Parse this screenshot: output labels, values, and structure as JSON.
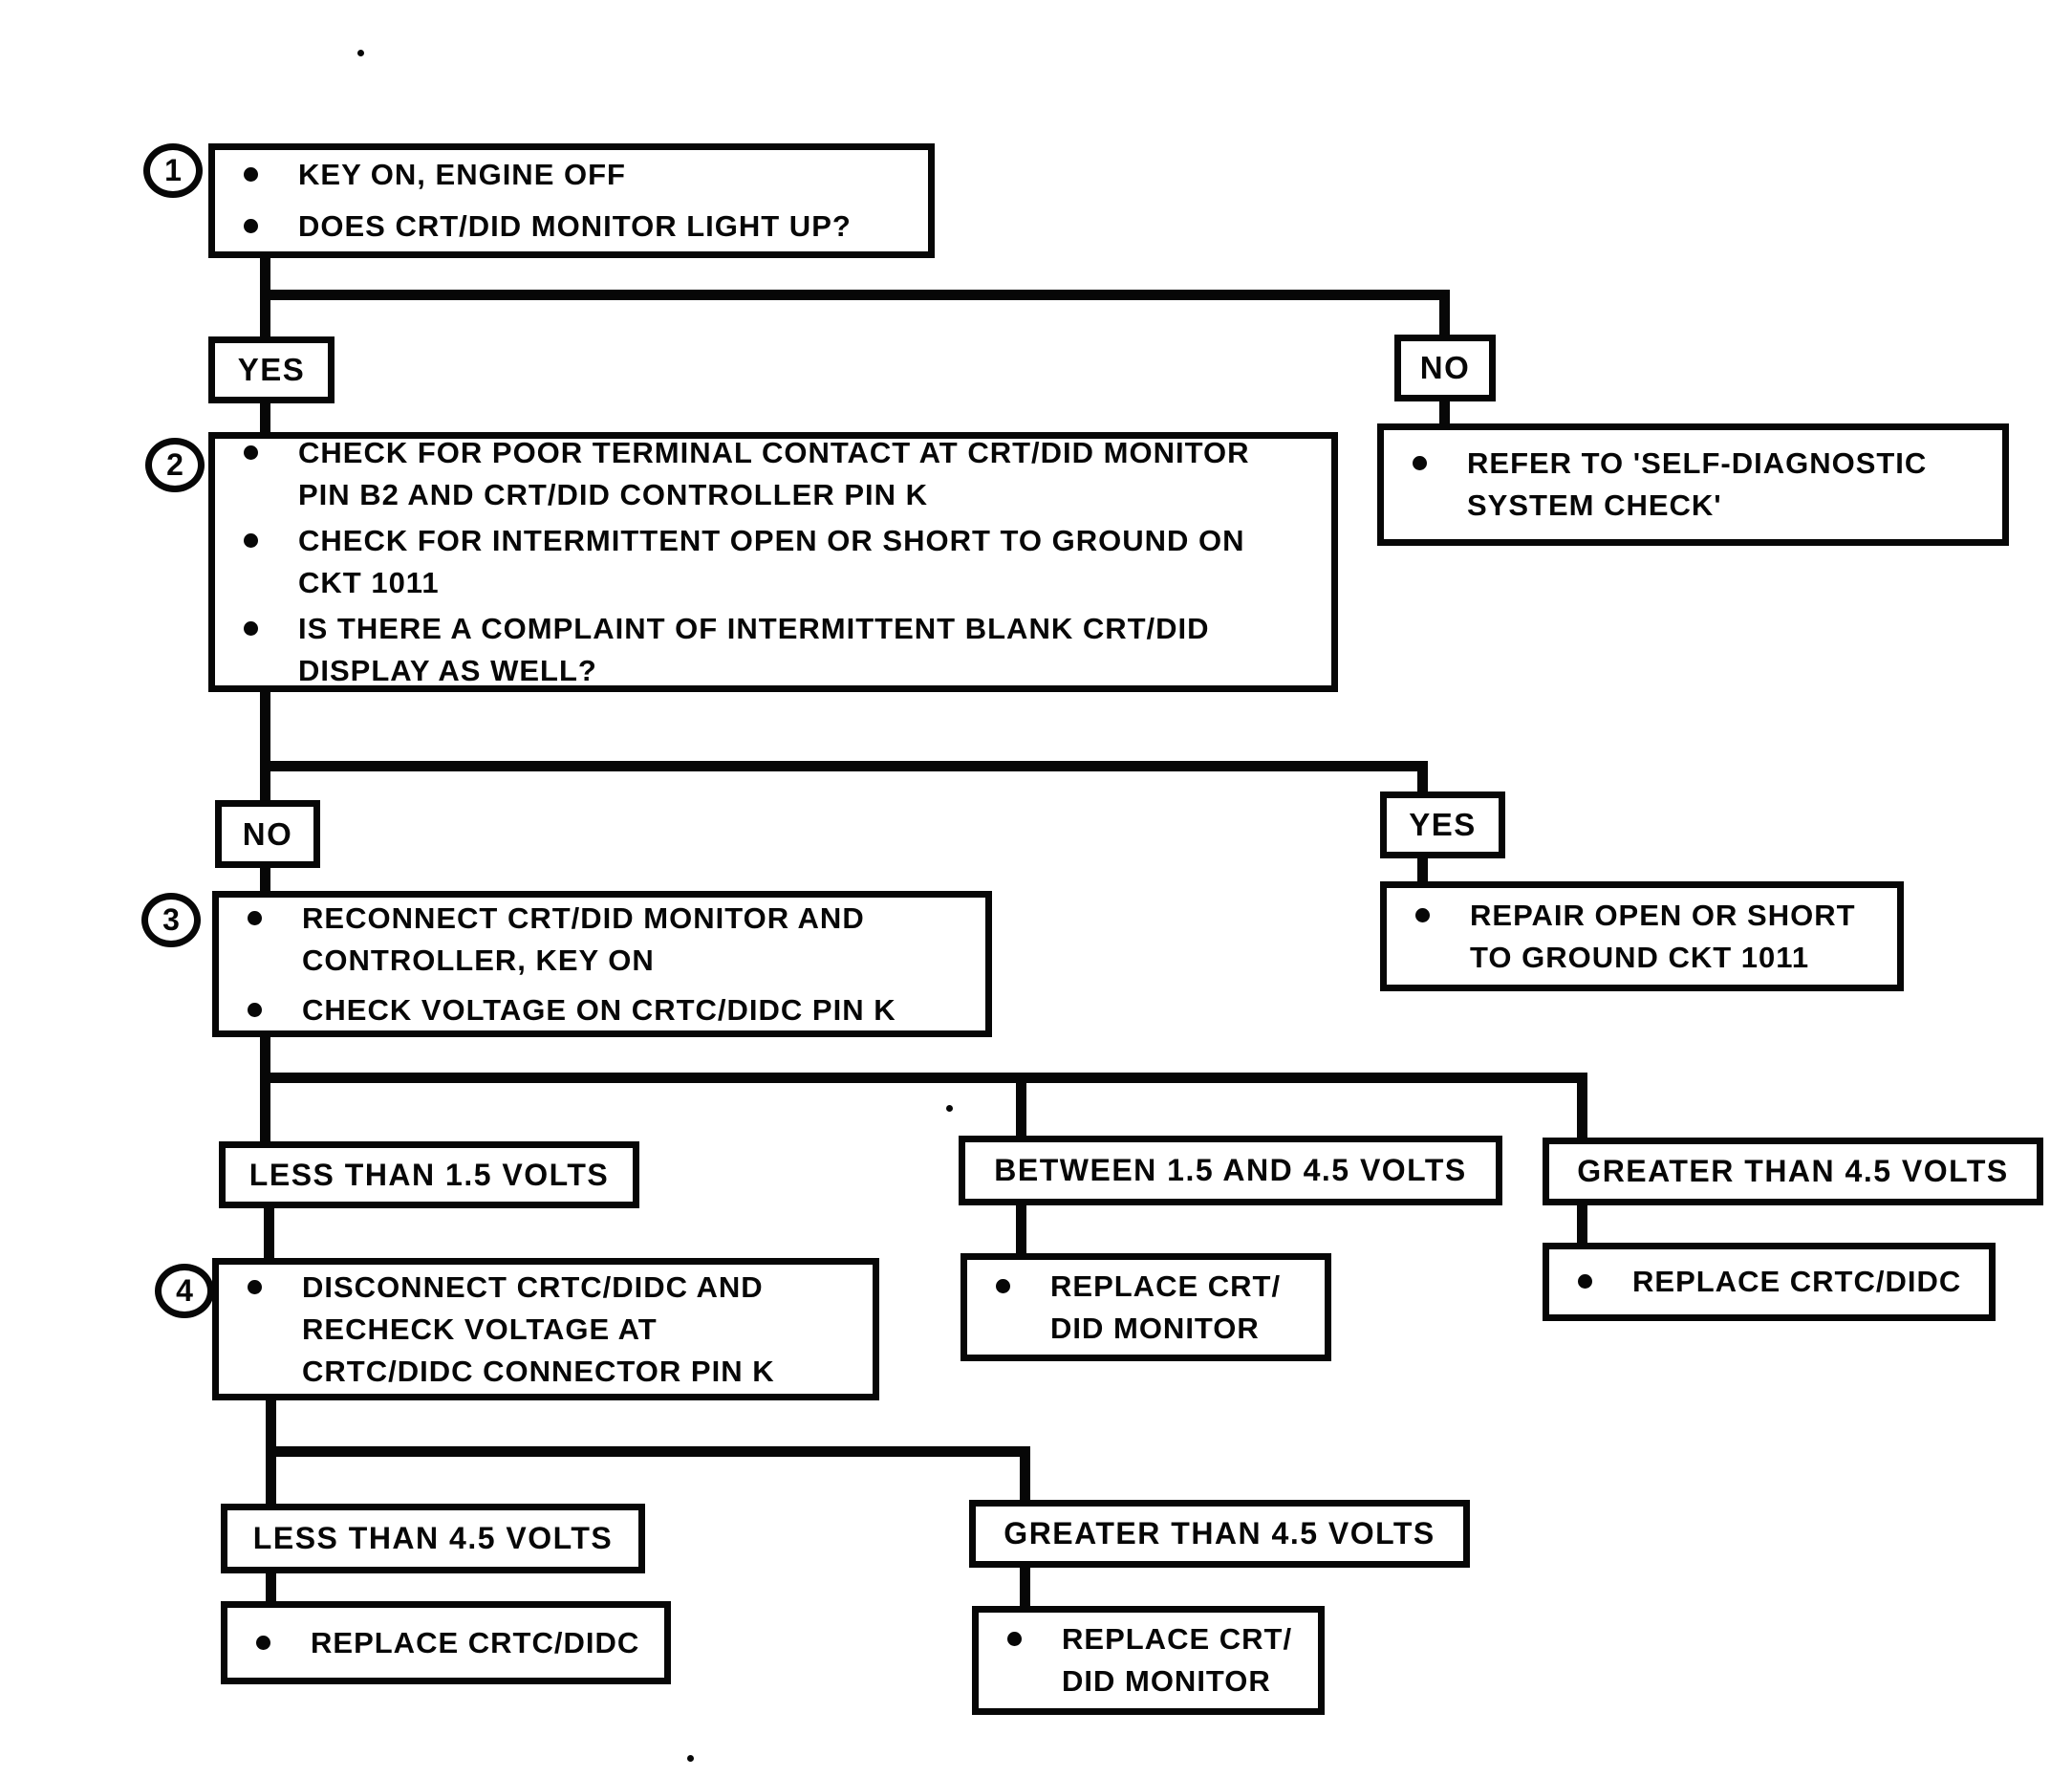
{
  "figure": {
    "kind": "diagnostic-flowchart",
    "ink_color": "#070707",
    "background_color": "#ffffff"
  },
  "nodes": {
    "step1": {
      "number": "1",
      "bullets": [
        "KEY ON, ENGINE OFF",
        "DOES CRT/DID MONITOR LIGHT UP?"
      ]
    },
    "yes1": {
      "label": "YES"
    },
    "no1": {
      "label": "NO"
    },
    "step2": {
      "number": "2",
      "bullets": [
        "CHECK FOR POOR TERMINAL CONTACT AT CRT/DID MONITOR\nPIN B2 AND CRT/DID CONTROLLER PIN K",
        "CHECK FOR INTERMITTENT OPEN OR SHORT TO GROUND ON\nCKT 1011",
        "IS THERE A COMPLAINT OF INTERMITTENT BLANK CRT/DID\nDISPLAY AS WELL?"
      ]
    },
    "refer_self_diagnostic": {
      "bullets": [
        "REFER TO 'SELF-DIAGNOSTIC\nSYSTEM CHECK'"
      ]
    },
    "no2": {
      "label": "NO"
    },
    "yes2": {
      "label": "YES"
    },
    "step3": {
      "number": "3",
      "bullets": [
        "RECONNECT CRT/DID MONITOR AND\nCONTROLLER, KEY ON",
        "CHECK VOLTAGE ON CRTC/DIDC PIN K"
      ]
    },
    "repair_ckt1011": {
      "bullets": [
        "REPAIR OPEN OR SHORT\nTO GROUND CKT  1011"
      ]
    },
    "less_than_1_5": {
      "label": "LESS THAN 1.5 VOLTS"
    },
    "between_1_5_and_4_5": {
      "label": "BETWEEN 1.5 AND 4.5 VOLTS"
    },
    "greater_than_4_5_top": {
      "label": "GREATER THAN 4.5 VOLTS"
    },
    "step4": {
      "number": "4",
      "bullets": [
        "DISCONNECT CRTC/DIDC AND\nRECHECK VOLTAGE AT\nCRTC/DIDC CONNECTOR PIN K"
      ]
    },
    "replace_monitor_mid": {
      "bullets": [
        "REPLACE CRT/\nDID MONITOR"
      ]
    },
    "replace_crtc_didc_right": {
      "bullets": [
        "REPLACE CRTC/DIDC"
      ]
    },
    "less_than_4_5": {
      "label": "LESS THAN 4.5 VOLTS"
    },
    "greater_than_4_5_bottom": {
      "label": "GREATER THAN 4.5 VOLTS"
    },
    "replace_crtc_didc_bottom": {
      "bullets": [
        "REPLACE CRTC/DIDC"
      ]
    },
    "replace_monitor_bottom": {
      "bullets": [
        "REPLACE CRT/\nDID MONITOR"
      ]
    }
  }
}
